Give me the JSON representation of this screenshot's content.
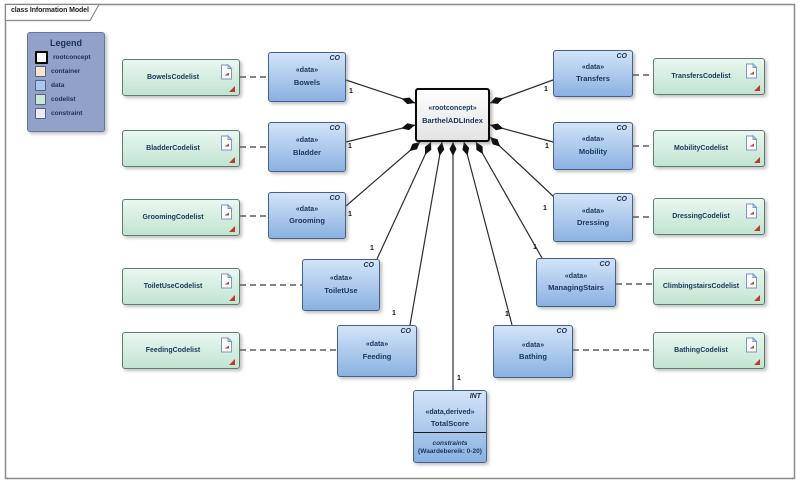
{
  "frame": {
    "tab_label": "class Information Model"
  },
  "legend": {
    "title": "Legend",
    "items": [
      {
        "label": "rootconcept",
        "color": "#ffffff"
      },
      {
        "label": "container",
        "color": "#f8e4d0"
      },
      {
        "label": "data",
        "color": "#a9c7ee"
      },
      {
        "label": "codelist",
        "color": "#c9e9d6"
      },
      {
        "label": "constraint",
        "color": "#e9e9f8"
      }
    ]
  },
  "root": {
    "stereotype": "«rootconcept»",
    "name": "BarthelADLIndex"
  },
  "data_boxes": [
    {
      "tag": "CO",
      "stereotype": "«data»",
      "name": "Bowels"
    },
    {
      "tag": "CO",
      "stereotype": "«data»",
      "name": "Bladder"
    },
    {
      "tag": "CO",
      "stereotype": "«data»",
      "name": "Grooming"
    },
    {
      "tag": "CO",
      "stereotype": "«data»",
      "name": "ToiletUse"
    },
    {
      "tag": "CO",
      "stereotype": "«data»",
      "name": "Feeding"
    },
    {
      "tag": "CO",
      "stereotype": "«data»",
      "name": "Transfers"
    },
    {
      "tag": "CO",
      "stereotype": "«data»",
      "name": "Mobility"
    },
    {
      "tag": "CO",
      "stereotype": "«data»",
      "name": "Dressing"
    },
    {
      "tag": "CO",
      "stereotype": "«data»",
      "name": "ManagingStairs"
    },
    {
      "tag": "CO",
      "stereotype": "«data»",
      "name": "Bathing"
    }
  ],
  "total_score": {
    "tag": "INT",
    "stereotype": "«data,derived»",
    "name": "TotalScore",
    "constraints_label": "constraints",
    "constraint_value": "{Waardebereik: 0-20}"
  },
  "codelists": [
    {
      "name": "BowelsCodelist"
    },
    {
      "name": "BladderCodelist"
    },
    {
      "name": "GroomingCodelist"
    },
    {
      "name": "ToiletUseCodelist"
    },
    {
      "name": "FeedingCodelist"
    },
    {
      "name": "TransfersCodelist"
    },
    {
      "name": "MobilityCodelist"
    },
    {
      "name": "DressingCodelist"
    },
    {
      "name": "ClimbingstairsCodelist"
    },
    {
      "name": "BathingCodelist"
    }
  ],
  "multiplicity_label": "1",
  "colors": {
    "data_fill_top": "#d3e4f8",
    "data_fill_bottom": "#8ab1e1",
    "codelist_fill_top": "#eaf7f0",
    "codelist_fill_bottom": "#c1e4d1",
    "legend_background": "#91a1c7",
    "text": "#17365d",
    "connector": "#2e2e2e",
    "frame": "#8a8a8a"
  }
}
